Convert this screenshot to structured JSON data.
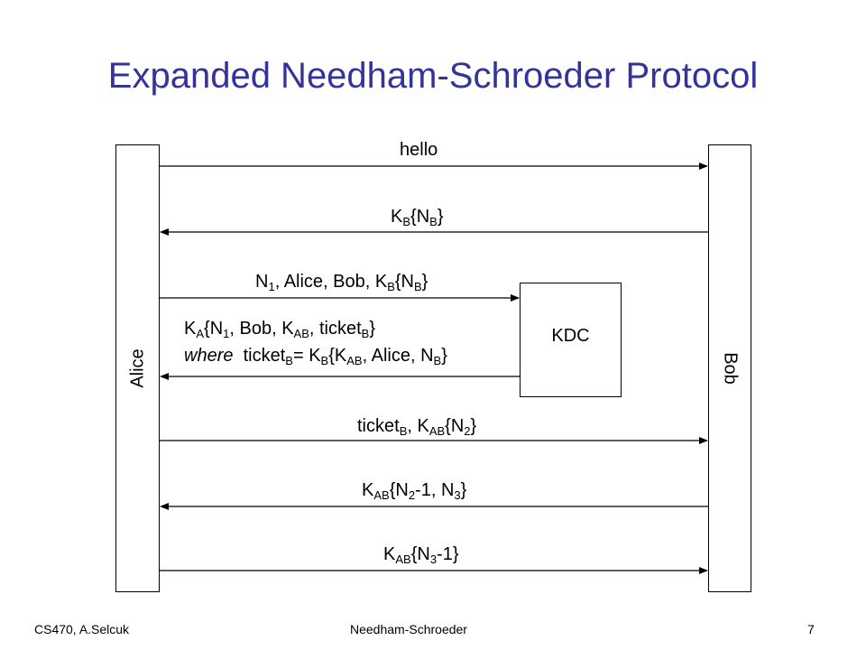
{
  "title": "Expanded Needham-Schroeder Protocol",
  "parties": {
    "alice": "Alice",
    "bob": "Bob",
    "kdc": "KDC"
  },
  "messages": {
    "m1": {
      "text": "hello"
    },
    "m2": {
      "k": "K",
      "k_sub": "B",
      "open": "{N",
      "n_sub": "B",
      "close": "}"
    },
    "m3": {
      "n": "N",
      "n_sub": "1",
      "mid": ", Alice, Bob, K",
      "k_sub": "B",
      "open": "{N",
      "nb_sub": "B",
      "close": "}"
    },
    "m4": {
      "line1": {
        "k": "K",
        "k_sub": "A",
        "a": "{N",
        "n_sub": "1",
        "b": ", Bob, K",
        "kab_sub": "AB",
        "c": ", ticket",
        "t_sub": "B",
        "d": "}"
      },
      "line2": {
        "where": "where",
        "t": "ticket",
        "t_sub": "B",
        "eq": "= K",
        "k_sub": "B",
        "a": "{K",
        "kab_sub": "AB",
        "b": ", Alice, N",
        "n_sub": "B",
        "c": "}"
      }
    },
    "m5": {
      "t": "ticket",
      "t_sub": "B",
      "a": ", K",
      "kab_sub": "AB",
      "b": "{N",
      "n_sub": "2",
      "c": "}"
    },
    "m6": {
      "k": "K",
      "kab_sub": "AB",
      "a": "{N",
      "n_sub": "2",
      "b": "-1, N",
      "n3_sub": "3",
      "c": "}"
    },
    "m7": {
      "k": "K",
      "kab_sub": "AB",
      "a": "{N",
      "n_sub": "3",
      "b": "-1}"
    }
  },
  "footer": {
    "left": "CS470, A.Selcuk",
    "center": "Needham-Schroeder",
    "right": "7"
  }
}
